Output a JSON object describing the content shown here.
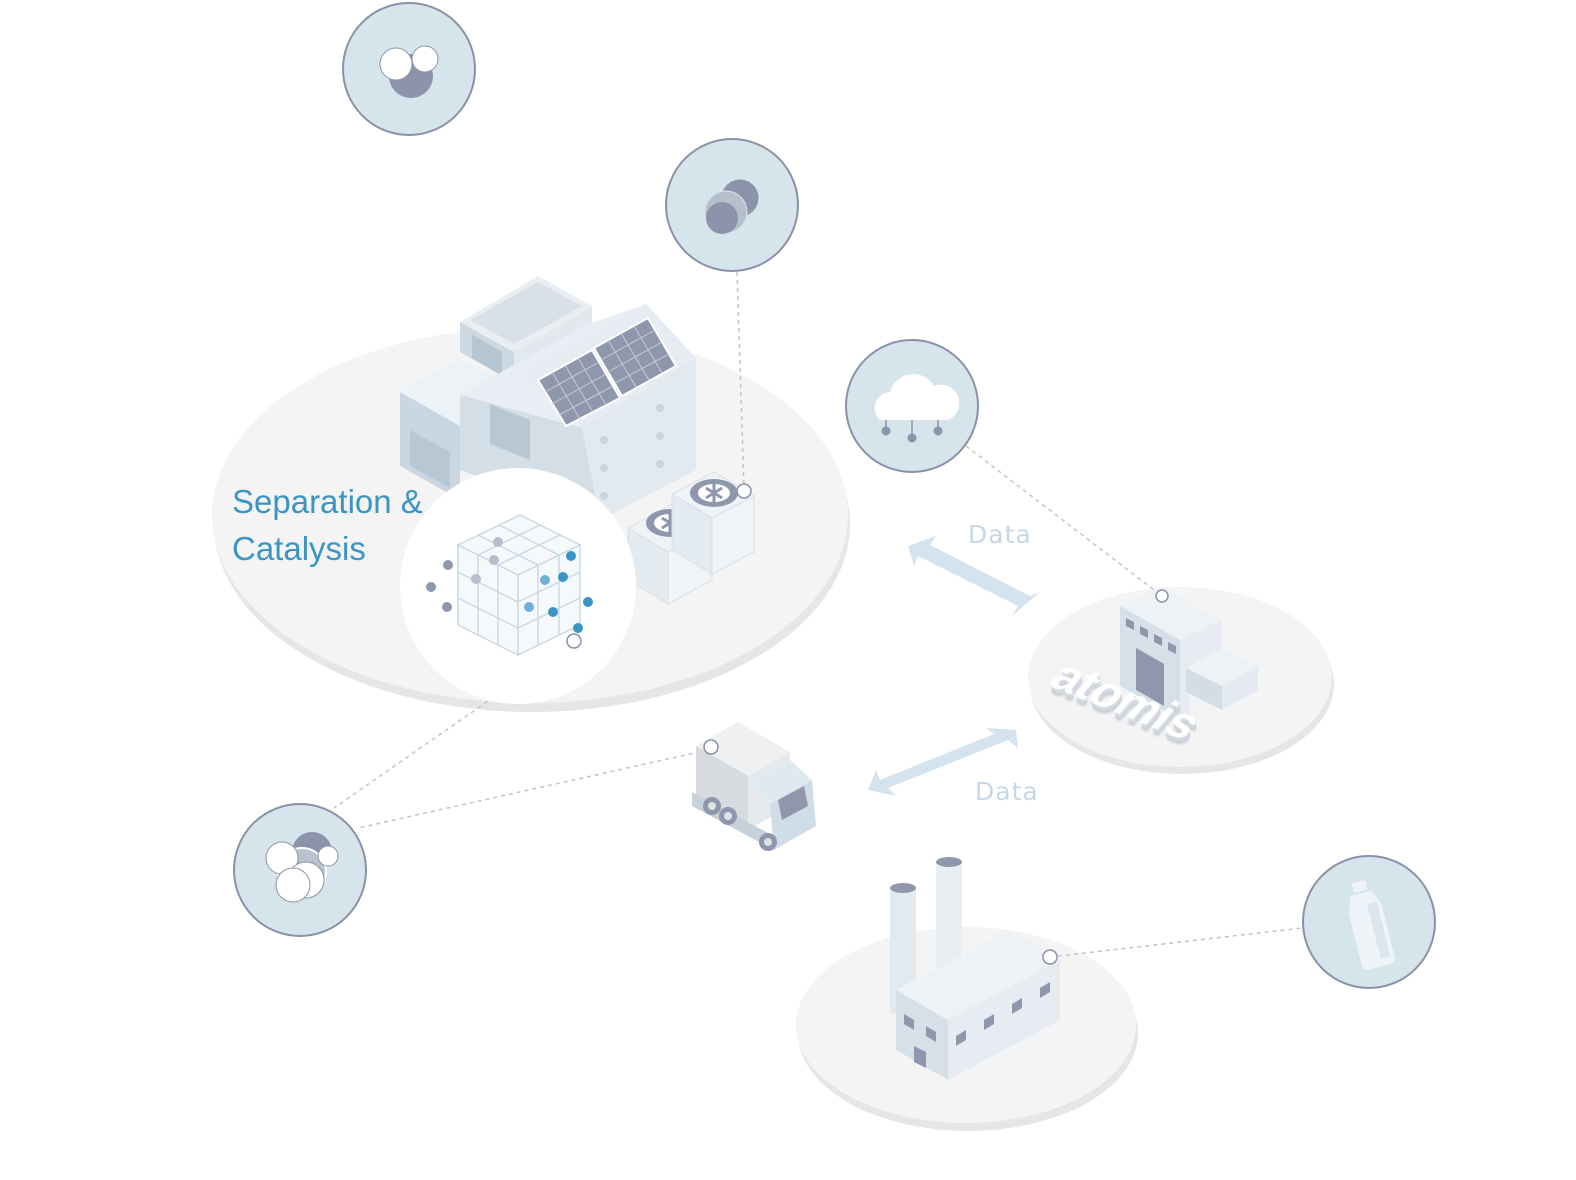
{
  "title": {
    "line1": "Separation &",
    "line2": "Catalysis"
  },
  "flows": [
    {
      "label": "Data"
    },
    {
      "label": "Data"
    }
  ],
  "brand": {
    "text": "atomis"
  },
  "icons": {
    "molecule_top": "molecule-icon",
    "molecule_cooler": "molecule-icon",
    "cloud": "cloud-network-icon",
    "molecule_left": "molecule-cluster-icon",
    "bottle": "bottle-icon"
  },
  "colors": {
    "accent": "#3a95c4",
    "accent_dark": "#2e7db8",
    "badge_fill": "#d6e4ec",
    "badge_ring": "#8a91a8",
    "atom_dark": "#8c93aa",
    "platform": "#f4f4f4",
    "building": "#dde6ee",
    "arrow": "#d4e3ee"
  }
}
